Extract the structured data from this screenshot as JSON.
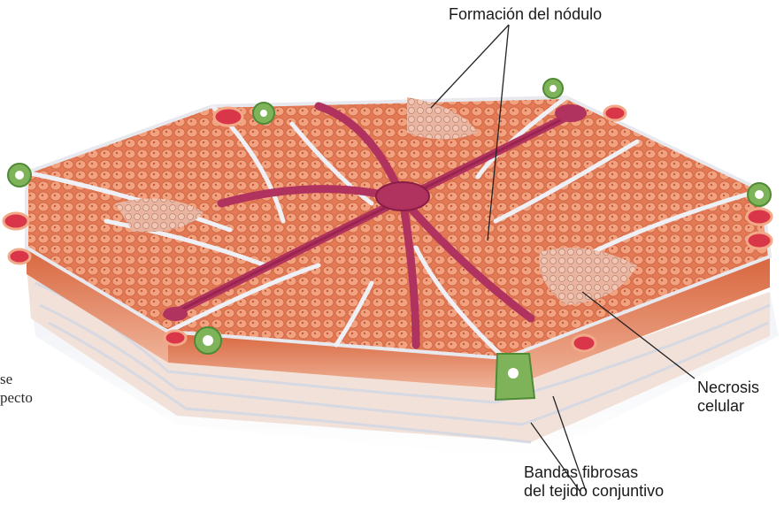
{
  "labels": {
    "nodule_formation": "Formación del nódulo",
    "cell_necrosis": [
      "Necrosis",
      "celular"
    ],
    "fibrous_bands": [
      "Bandas fibrosas",
      "del tejido conjuntivo"
    ]
  },
  "cutoff_text": [
    "se",
    "pecto"
  ],
  "colors": {
    "tissue": "#e8835e",
    "tissue_light": "#f3a988",
    "vein": "#b0325f",
    "vein_dark": "#8a1d45",
    "connective": "#e7e9ef",
    "artery": "#d9364a",
    "bile_duct": "#7fb35a",
    "leader_line": "#222222"
  }
}
